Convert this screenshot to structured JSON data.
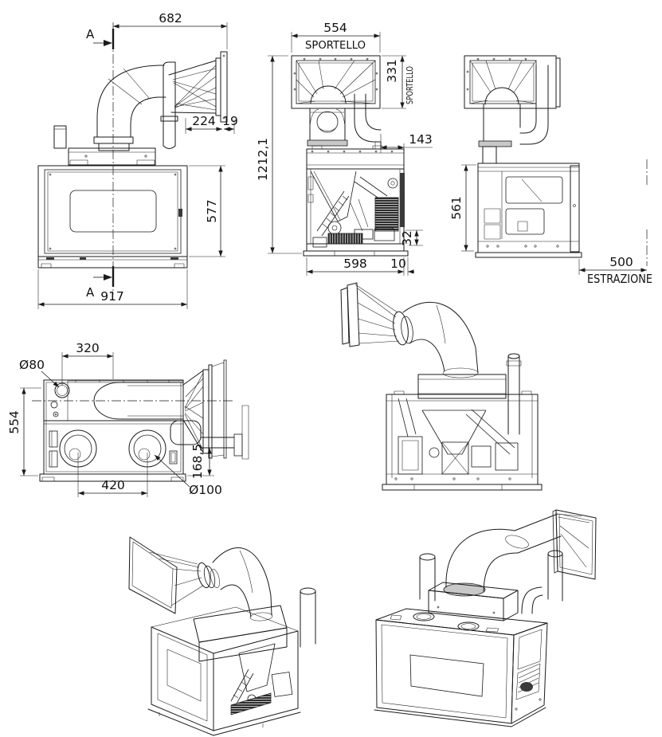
{
  "page": {
    "background": "#ffffff",
    "line_color": "#1a1a1a"
  },
  "section_marker": {
    "label": "A"
  },
  "front_view": {
    "top_width": "682",
    "duct_offset": "224",
    "flange_gap": "19",
    "firebox_height": "577",
    "total_width": "917"
  },
  "section_view": {
    "diffuser_width": "554",
    "door_label_top": "SPORTELLO",
    "door_height": "331",
    "door_label_side": "SPORTELLO",
    "total_height": "1212,1",
    "duct_clearance": "143",
    "base_height": "32",
    "body_width": "598",
    "base_lip": "10"
  },
  "side_view": {
    "body_height": "561",
    "extraction_clearance": "500",
    "extraction_label": "ESTRAZIONE"
  },
  "plan_view": {
    "flue_offset": "320",
    "flue_diameter": "Ø80",
    "body_depth": "554",
    "outlet_spacing": "420",
    "outlet_diameter": "Ø100",
    "outlet_height": "168,5"
  }
}
